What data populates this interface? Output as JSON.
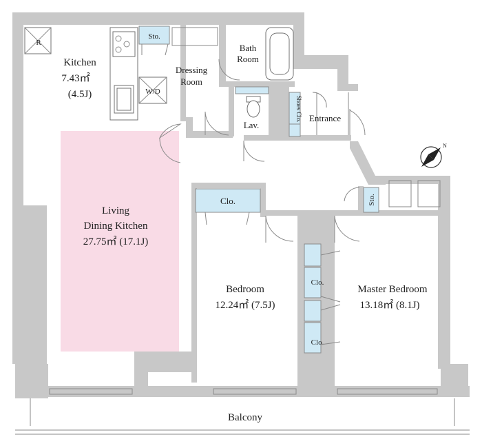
{
  "rooms": {
    "kitchen": {
      "name": "Kitchen",
      "area": "7.43㎡",
      "jo": "(4.5J)"
    },
    "ldk": {
      "name_line1": "Living",
      "name_line2": "Dining Kitchen",
      "size": "27.75㎡ (17.1J)"
    },
    "bedroom": {
      "name": "Bedroom",
      "size": "12.24㎡ (7.5J)"
    },
    "master": {
      "name": "Master Bedroom",
      "size": "13.18㎡ (8.1J)"
    },
    "dressing": {
      "name_line1": "Dressing",
      "name_line2": "Room"
    },
    "bath": {
      "name_line1": "Bath",
      "name_line2": "Room"
    },
    "lav": {
      "name": "Lav."
    },
    "entrance": {
      "name": "Entrance"
    },
    "balcony": {
      "name": "Balcony"
    }
  },
  "storage": {
    "sto_top": "Sto.",
    "sto_side": "Sto.",
    "wd": "W/D",
    "shoes": "Shoes Clo.",
    "clo_hall": "Clo.",
    "clo_1": "Clo.",
    "clo_2": "Clo.",
    "refrigerator": "R"
  },
  "compass": {
    "label": "N"
  },
  "colors": {
    "ldk_highlight": "#f9dbe6",
    "closet": "#cfe9f5",
    "wall": "#c8c8c8"
  }
}
